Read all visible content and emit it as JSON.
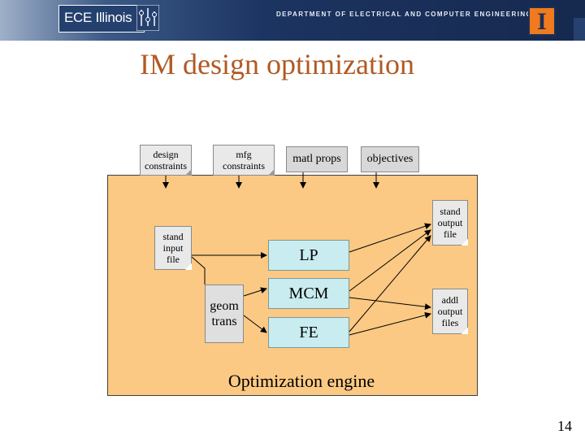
{
  "header": {
    "logo_text": "ECE Illinois",
    "department": "DEPARTMENT OF ELECTRICAL AND COMPUTER ENGINEERING",
    "illini_mark": "I"
  },
  "slide": {
    "title": "IM design optimization",
    "page_number": "14"
  },
  "inputs": {
    "design_constraints": "design constraints",
    "mfg_constraints": "mfg constraints",
    "matl_props": "matl props",
    "objectives": "objectives"
  },
  "engine": {
    "label": "Optimization engine",
    "stand_input_file": "stand input file",
    "geom_trans": "geom trans",
    "lp": "LP",
    "mcm": "MCM",
    "fe": "FE",
    "stand_output_file": "stand output file",
    "addl_output_files": "addl output files"
  },
  "colors": {
    "title": "#b05a24",
    "engine_fill": "#fbc983",
    "process_fill": "#c8ecef",
    "banner": "#1c3461"
  }
}
